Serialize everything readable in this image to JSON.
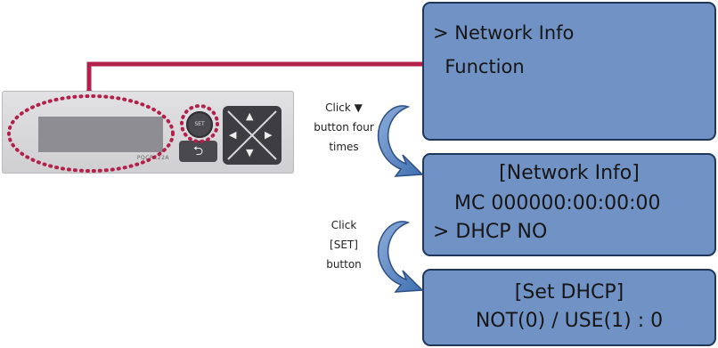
{
  "device": {
    "model": "PQCPC22A",
    "set_label": "SET",
    "back_symbol": "⮌",
    "dpad": [
      "▲",
      "◀",
      "▶",
      "▼"
    ]
  },
  "panels": {
    "main_menu": {
      "lines": [
        "> Network Info",
        "  Function"
      ]
    },
    "network_info": {
      "title": "[Network Info]",
      "mac": "MC 000000:00:00:00",
      "dhcp": "> DHCP NO"
    },
    "set_dhcp": {
      "title": "[Set DHCP]",
      "value": "NOT(0) / USE(1) : 0"
    }
  },
  "steps": [
    {
      "lines": [
        "Click ▼",
        "button four",
        "times"
      ]
    },
    {
      "lines": [
        "Click",
        "[SET]",
        "button"
      ]
    }
  ],
  "colors": {
    "panel_fill": "#7192c5",
    "panel_border": "#1f3658",
    "connector": "#b3204a",
    "highlight_dots": "#b3204a",
    "arrow_fill": "#5a86c4"
  }
}
